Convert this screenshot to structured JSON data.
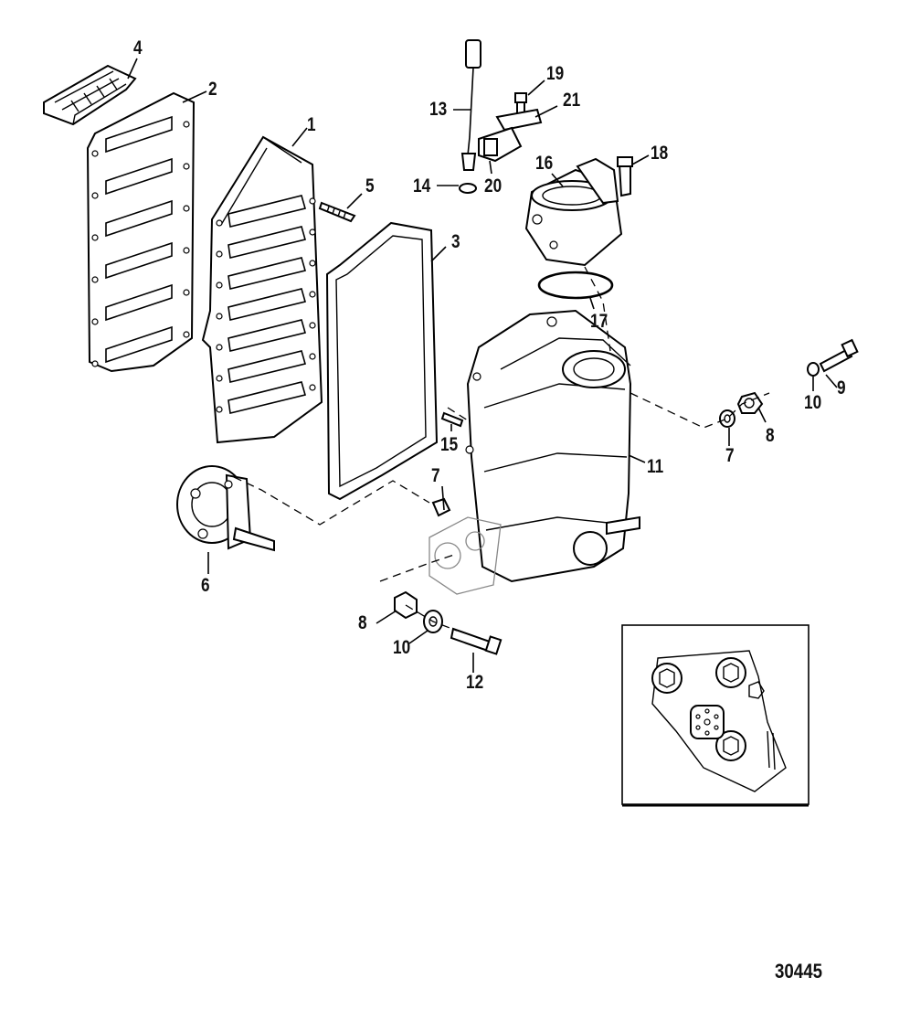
{
  "callouts": {
    "c1": "1",
    "c2": "2",
    "c3": "3",
    "c4": "4",
    "c5": "5",
    "c6": "6",
    "c7a": "7",
    "c7b": "7",
    "c8a": "8",
    "c8b": "8",
    "c9": "9",
    "c10a": "10",
    "c10b": "10",
    "c11": "11",
    "c12": "12",
    "c13": "13",
    "c14": "14",
    "c15": "15",
    "c16": "16",
    "c17": "17",
    "c18": "18",
    "c19": "19",
    "c20": "20",
    "c21": "21"
  },
  "figure_id": "30445"
}
